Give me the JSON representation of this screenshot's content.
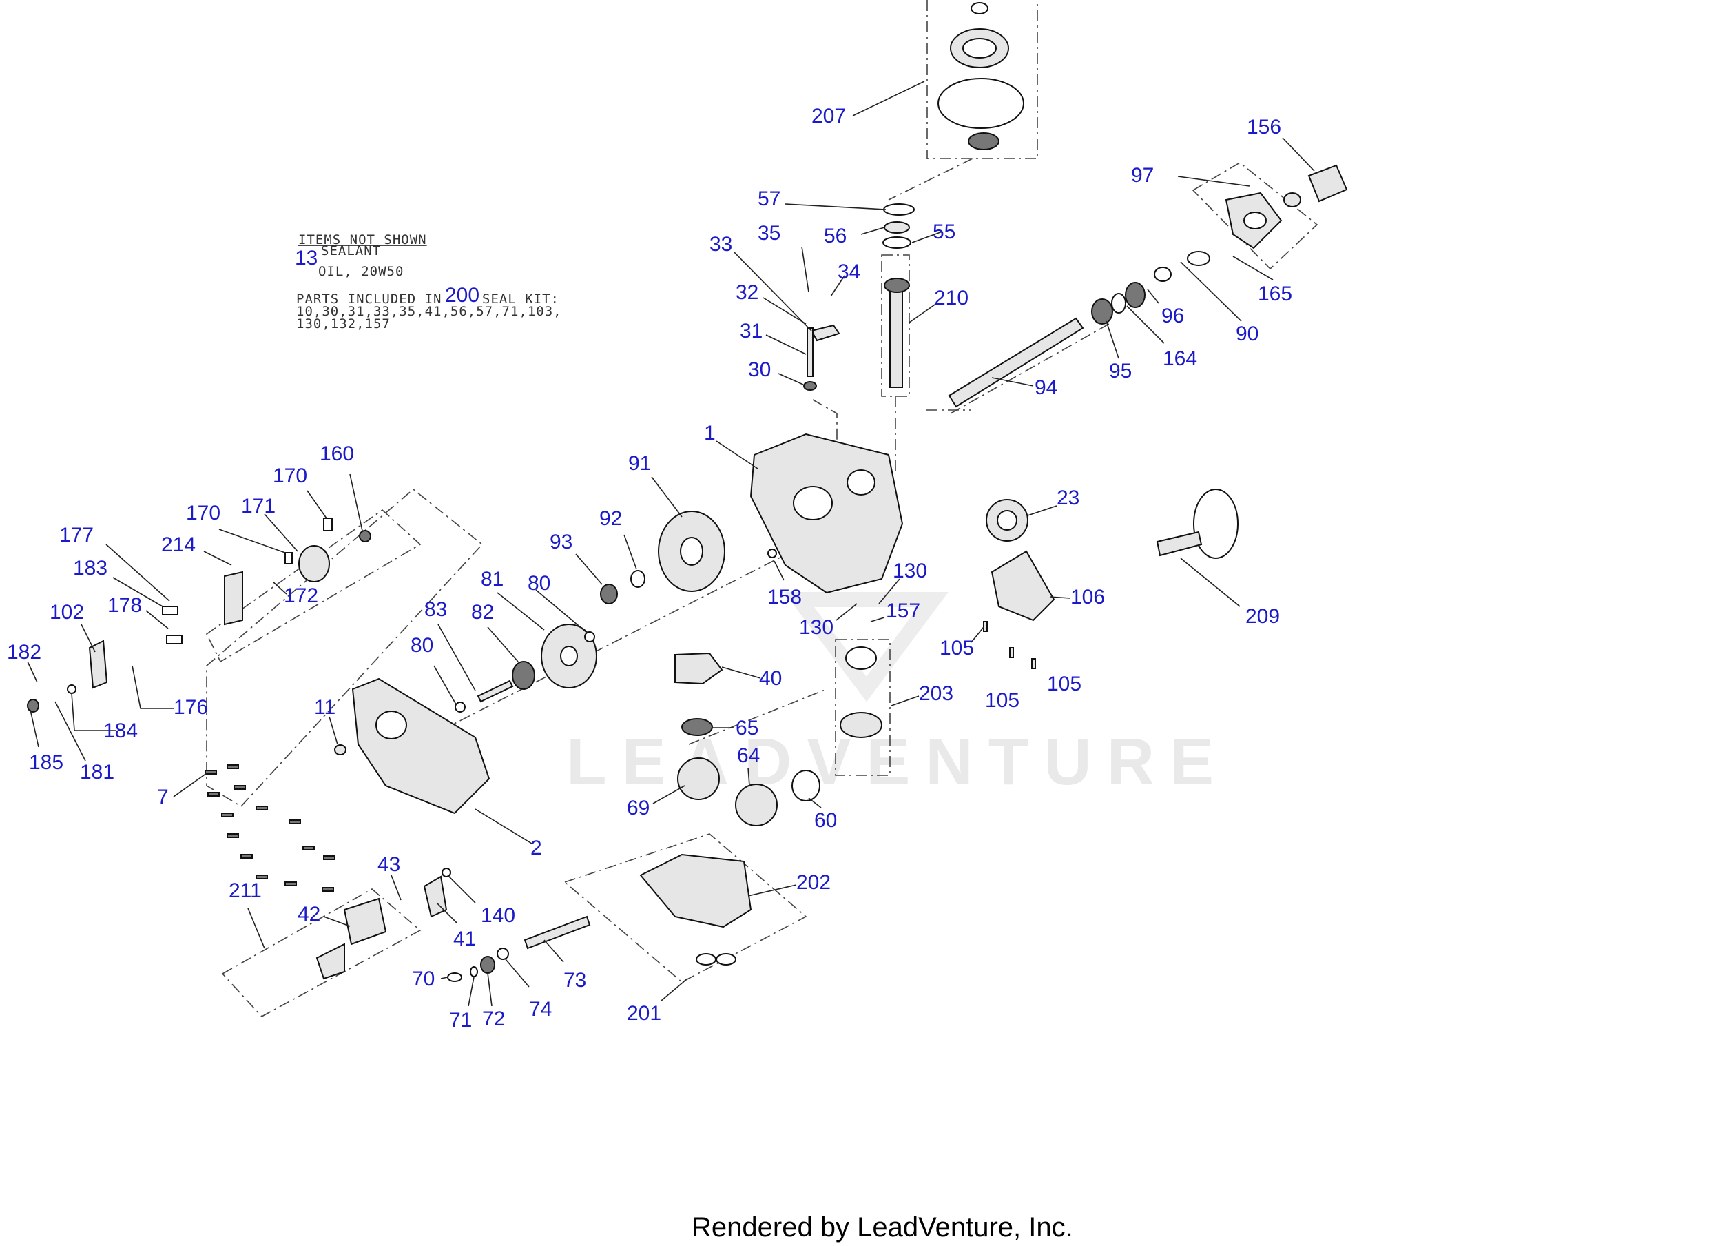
{
  "notes": {
    "items_not_shown": "ITEMS NOT SHOWN",
    "sealant_num": "13",
    "sealant": "SEALANT",
    "oil": "OIL, 20W50",
    "parts_included_in": "PARTS INCLUDED IN",
    "kit_num": "200",
    "seal_kit": "SEAL KIT:",
    "kit_line1": "10,30,31,33,35,41,56,57,71,103,",
    "kit_line2": "130,132,157"
  },
  "callouts": [
    "207",
    "57",
    "56",
    "55",
    "33",
    "35",
    "34",
    "32",
    "31",
    "30",
    "210",
    "156",
    "97",
    "165",
    "90",
    "96",
    "164",
    "95",
    "94",
    "1",
    "91",
    "92",
    "93",
    "130",
    "130",
    "157",
    "158",
    "23",
    "106",
    "105",
    "105",
    "105",
    "209",
    "160",
    "170",
    "170",
    "171",
    "172",
    "177",
    "214",
    "183",
    "178",
    "102",
    "182",
    "185",
    "184",
    "181",
    "176",
    "80",
    "81",
    "83",
    "82",
    "80",
    "11",
    "7",
    "2",
    "40",
    "65",
    "64",
    "69",
    "60",
    "203",
    "202",
    "201",
    "211",
    "43",
    "42",
    "140",
    "41",
    "70",
    "71",
    "72",
    "74",
    "73"
  ],
  "watermark": "LEADVENTURE",
  "footer": "Rendered by LeadVenture, Inc."
}
